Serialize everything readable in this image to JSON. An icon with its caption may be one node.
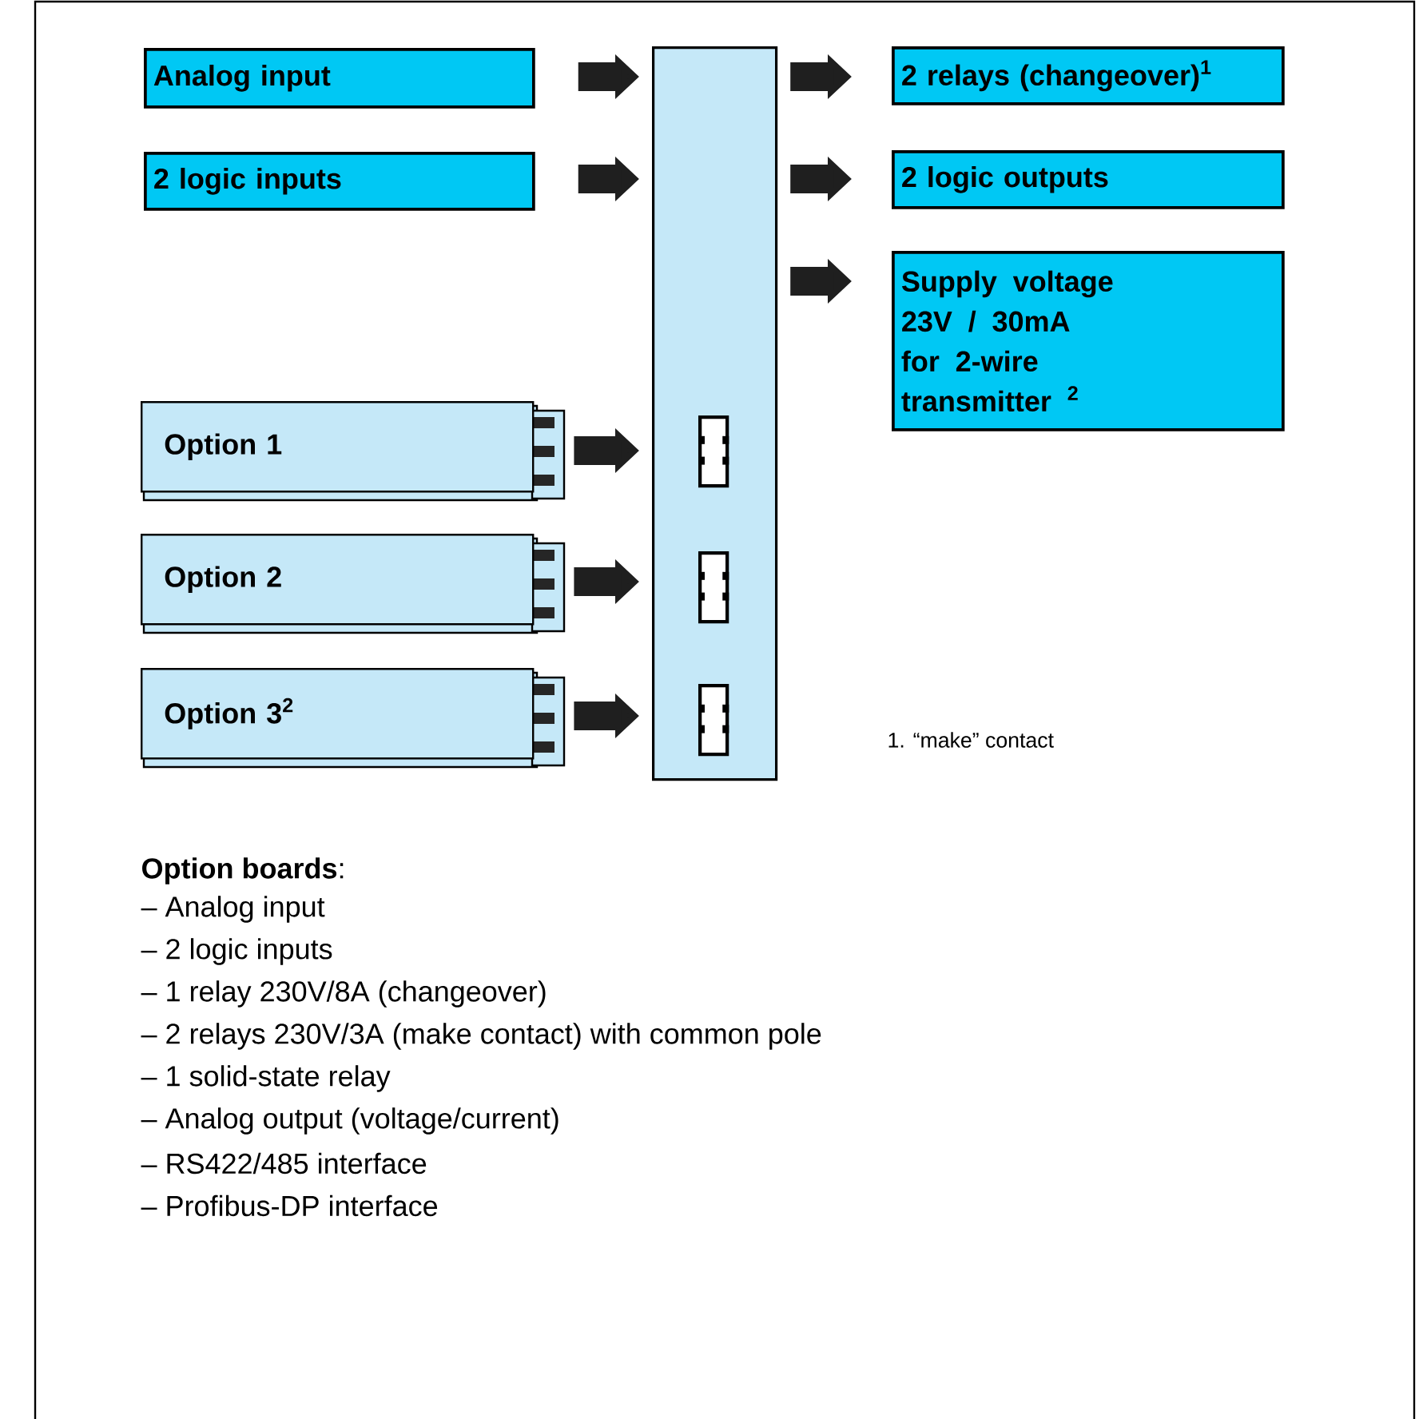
{
  "diagram": {
    "nodes": [
      {
        "text": [
          "Analog input"
        ]
      },
      {
        "text": [
          "2 logic inputs"
        ]
      },
      {
        "text": [],
        "shape": "box"
      },
      {
        "text": [
          "2 relays (changeover)$^{1}$"
        ]
      },
      {
        "text": [
          "2 logic outputs"
        ]
      },
      {
        "text": [
          "Supply voltage 23V / 30mA for 2-wire transmitter $^{2}$"
        ]
      },
      {
        "text": [
          "Option 1"
        ]
      },
      {
        "text": [
          "Option 2"
        ]
      },
      {
        "text": [
          "Option 3$^{2}$"
        ]
      },
      {
        "text": [],
        "shape": "box",
        "in": 2
      },
      {
        "text": [],
        "shape": "box",
        "in": 2
      },
      {
        "text": [],
        "shape": "box",
        "in": 2
      }
    ],
    "edges": [
      {
        "from": 0,
        "to": 2,
        "arrow": "to"
      },
      {
        "from": 1,
        "to": 2,
        "arrow": "to"
      },
      {
        "from": 2,
        "to": 3,
        "arrow": "to"
      },
      {
        "from": 2,
        "to": 4,
        "arrow": "to"
      },
      {
        "from": 2,
        "to": 5,
        "arrow": "to"
      },
      {
        "from": 6,
        "to": 2,
        "arrow": "to"
      },
      {
        "from": 7,
        "to": 2,
        "arrow": "to"
      },
      {
        "from": 8,
        "to": 2,
        "arrow": "to"
      }
    ],
    "labels": [
      "**Option boards**:",
      "– Analog input",
      "– 2 logic inputs",
      "– 1 relay 230V/8A (changeover)",
      "– 2 relays 230V/3A (make contact) with common pole",
      "– 1 solid-state relay",
      "– Analog output (voltage/current)",
      "– RS422/485 interface",
      "– Profibus-DP interface",
      "1. “make” contact"
    ]
  }
}
